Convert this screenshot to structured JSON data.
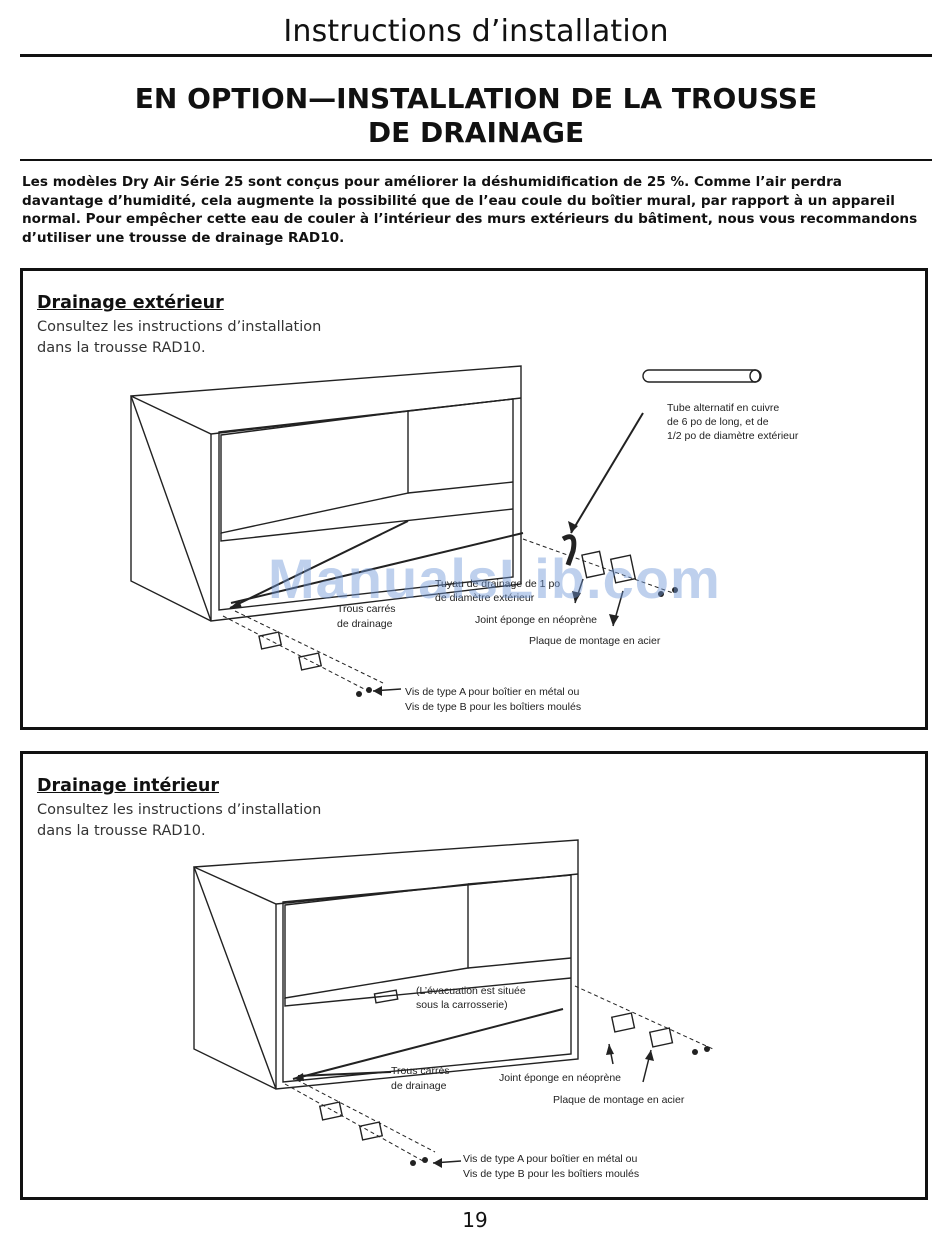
{
  "header": {
    "section": "Instructions d’installation"
  },
  "title": {
    "line1": "EN OPTION—INSTALLATION DE LA TROUSSE",
    "line2": "DE DRAINAGE"
  },
  "intro": "Les modèles Dry Air Série 25 sont conçus pour améliorer la déshumidification de 25 %. Comme l’air perdra davantage d’humidité, cela augmente la possibilité que de l’eau coule du boîtier mural, par rapport à un appareil normal. Pour empêcher cette eau de couler à l’intérieur des murs extérieurs du bâtiment, nous vous recommandons d’utiliser une trousse de drainage RAD10.",
  "exterior": {
    "title": "Drainage extérieur",
    "sub1": "Consultez les instructions d’installation",
    "sub2": "dans la trousse RAD10.",
    "tube_label": [
      "Tube alternatif en cuivre",
      "de 6 po de long, et de",
      "1/2 po de diamètre extérieur"
    ],
    "tube_partial": [
      "Tuyau de drainage de 1 po",
      "de diamètre extérieur"
    ],
    "holes": [
      "Trous carrés",
      "de drainage"
    ],
    "gasket": "Joint éponge en néoprène",
    "plate": "Plaque de montage en acier",
    "screws": [
      "Vis de type A pour boîtier en métal ou",
      "Vis de type B pour les boîtiers moulés"
    ]
  },
  "interior": {
    "title": "Drainage intérieur",
    "sub1": "Consultez les instructions d’installation",
    "sub2": "dans la trousse RAD10.",
    "evac": [
      "(L’évacuation est située",
      "sous la carrosserie)"
    ],
    "holes": [
      "Trous carrés",
      "de drainage"
    ],
    "gasket": "Joint éponge en néoprène",
    "plate": "Plaque de montage en acier",
    "screws": [
      "Vis de type A pour boîtier en métal ou",
      "Vis de type B pour les boîtiers moulés"
    ]
  },
  "watermark": "ManualsLib.com",
  "page_number": "19"
}
